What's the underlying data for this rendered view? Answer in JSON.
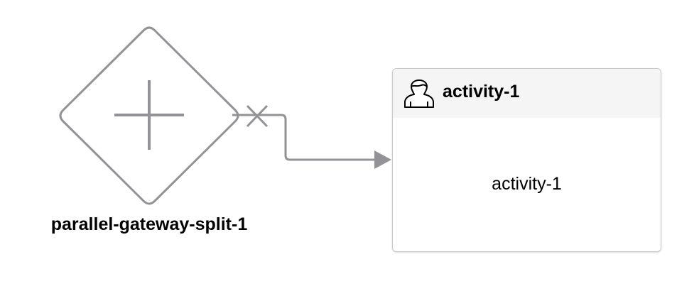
{
  "gateway": {
    "label": "parallel-gateway-split-1",
    "icon": "plus-icon"
  },
  "connector": {
    "start_marker": "cross-marker-icon",
    "end_marker": "arrowhead-icon"
  },
  "task": {
    "icon": "user-icon",
    "title": "activity-1",
    "body_text": "activity-1"
  },
  "colors": {
    "stroke": "#939397",
    "task_border": "#c9c9c9",
    "task_header_bg": "#f5f5f5"
  }
}
